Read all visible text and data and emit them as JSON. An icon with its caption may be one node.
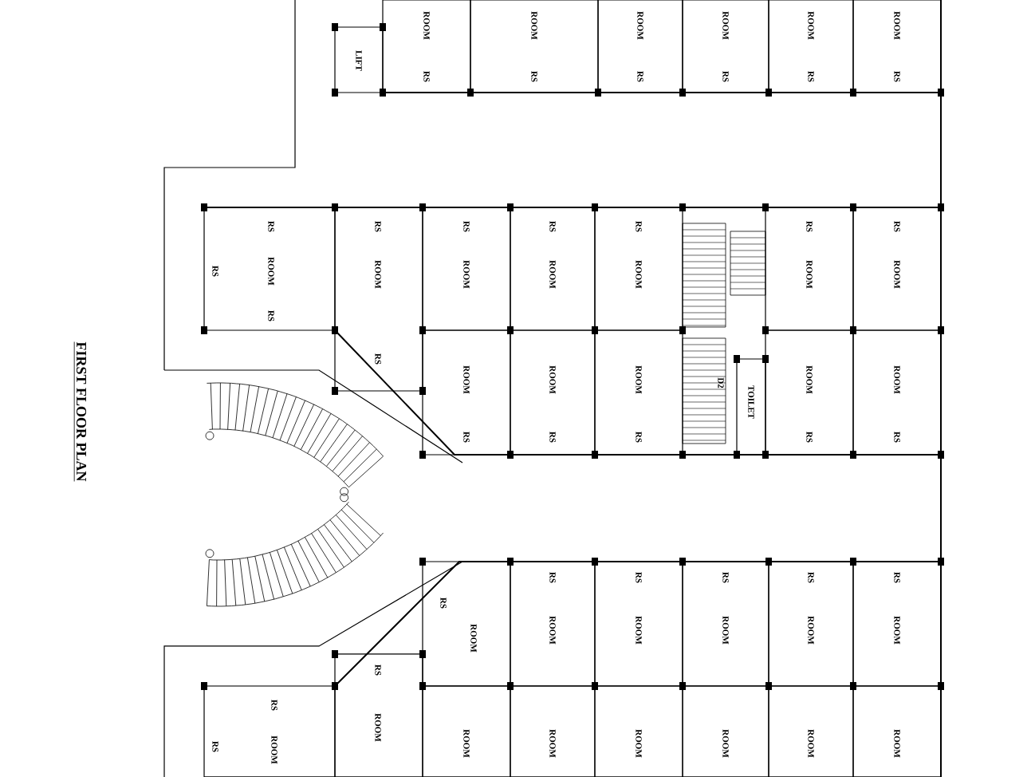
{
  "diagram": {
    "title": "FIRST FLOOR PLAN",
    "nodes": [
      {
        "text": [
          "LIFT"
        ]
      },
      {
        "text": [
          "ROOM",
          "RS"
        ]
      },
      {
        "text": [
          "ROOM",
          "RS"
        ]
      },
      {
        "text": [
          "ROOM",
          "RS"
        ]
      },
      {
        "text": [
          "ROOM",
          "RS"
        ]
      },
      {
        "text": [
          "ROOM",
          "RS"
        ]
      },
      {
        "text": [
          "ROOM",
          "RS"
        ]
      },
      {
        "text": [
          "RS",
          "ROOM",
          "RS",
          "RS"
        ]
      },
      {
        "text": [
          "RS",
          "ROOM",
          "RS"
        ]
      },
      {
        "text": [
          "RS",
          "ROOM"
        ]
      },
      {
        "text": [
          "RS",
          "ROOM"
        ]
      },
      {
        "text": [
          "RS",
          "ROOM"
        ]
      },
      {
        "text": [
          "RS",
          "ROOM"
        ]
      },
      {
        "text": [
          "RS",
          "ROOM"
        ]
      },
      {
        "text": [
          "ROOM",
          "RS"
        ]
      },
      {
        "text": [
          "ROOM",
          "RS"
        ]
      },
      {
        "text": [
          "ROOM",
          "RS"
        ]
      },
      {
        "text": [
          "TOILET"
        ]
      },
      {
        "text": [
          "ROOM",
          "RS"
        ]
      },
      {
        "text": [
          "ROOM",
          "RS"
        ]
      },
      {
        "text": [
          "RS",
          "ROOM"
        ]
      },
      {
        "text": [
          "RS",
          "ROOM"
        ]
      },
      {
        "text": [
          "RS",
          "ROOM"
        ]
      },
      {
        "text": [
          "RS",
          "ROOM"
        ]
      },
      {
        "text": [
          "RS",
          "ROOM"
        ]
      },
      {
        "text": [
          "RS",
          "ROOM"
        ]
      },
      {
        "text": [
          "RS",
          "ROOM",
          "RS"
        ]
      },
      {
        "text": [
          "RS",
          "ROOM"
        ]
      },
      {
        "text": [
          "ROOM"
        ]
      },
      {
        "text": [
          "ROOM"
        ]
      },
      {
        "text": [
          "ROOM"
        ]
      },
      {
        "text": [
          "ROOM"
        ]
      },
      {
        "text": [
          "ROOM"
        ]
      },
      {
        "text": [
          "ROOM"
        ]
      }
    ],
    "labels": [
      "D2"
    ]
  }
}
